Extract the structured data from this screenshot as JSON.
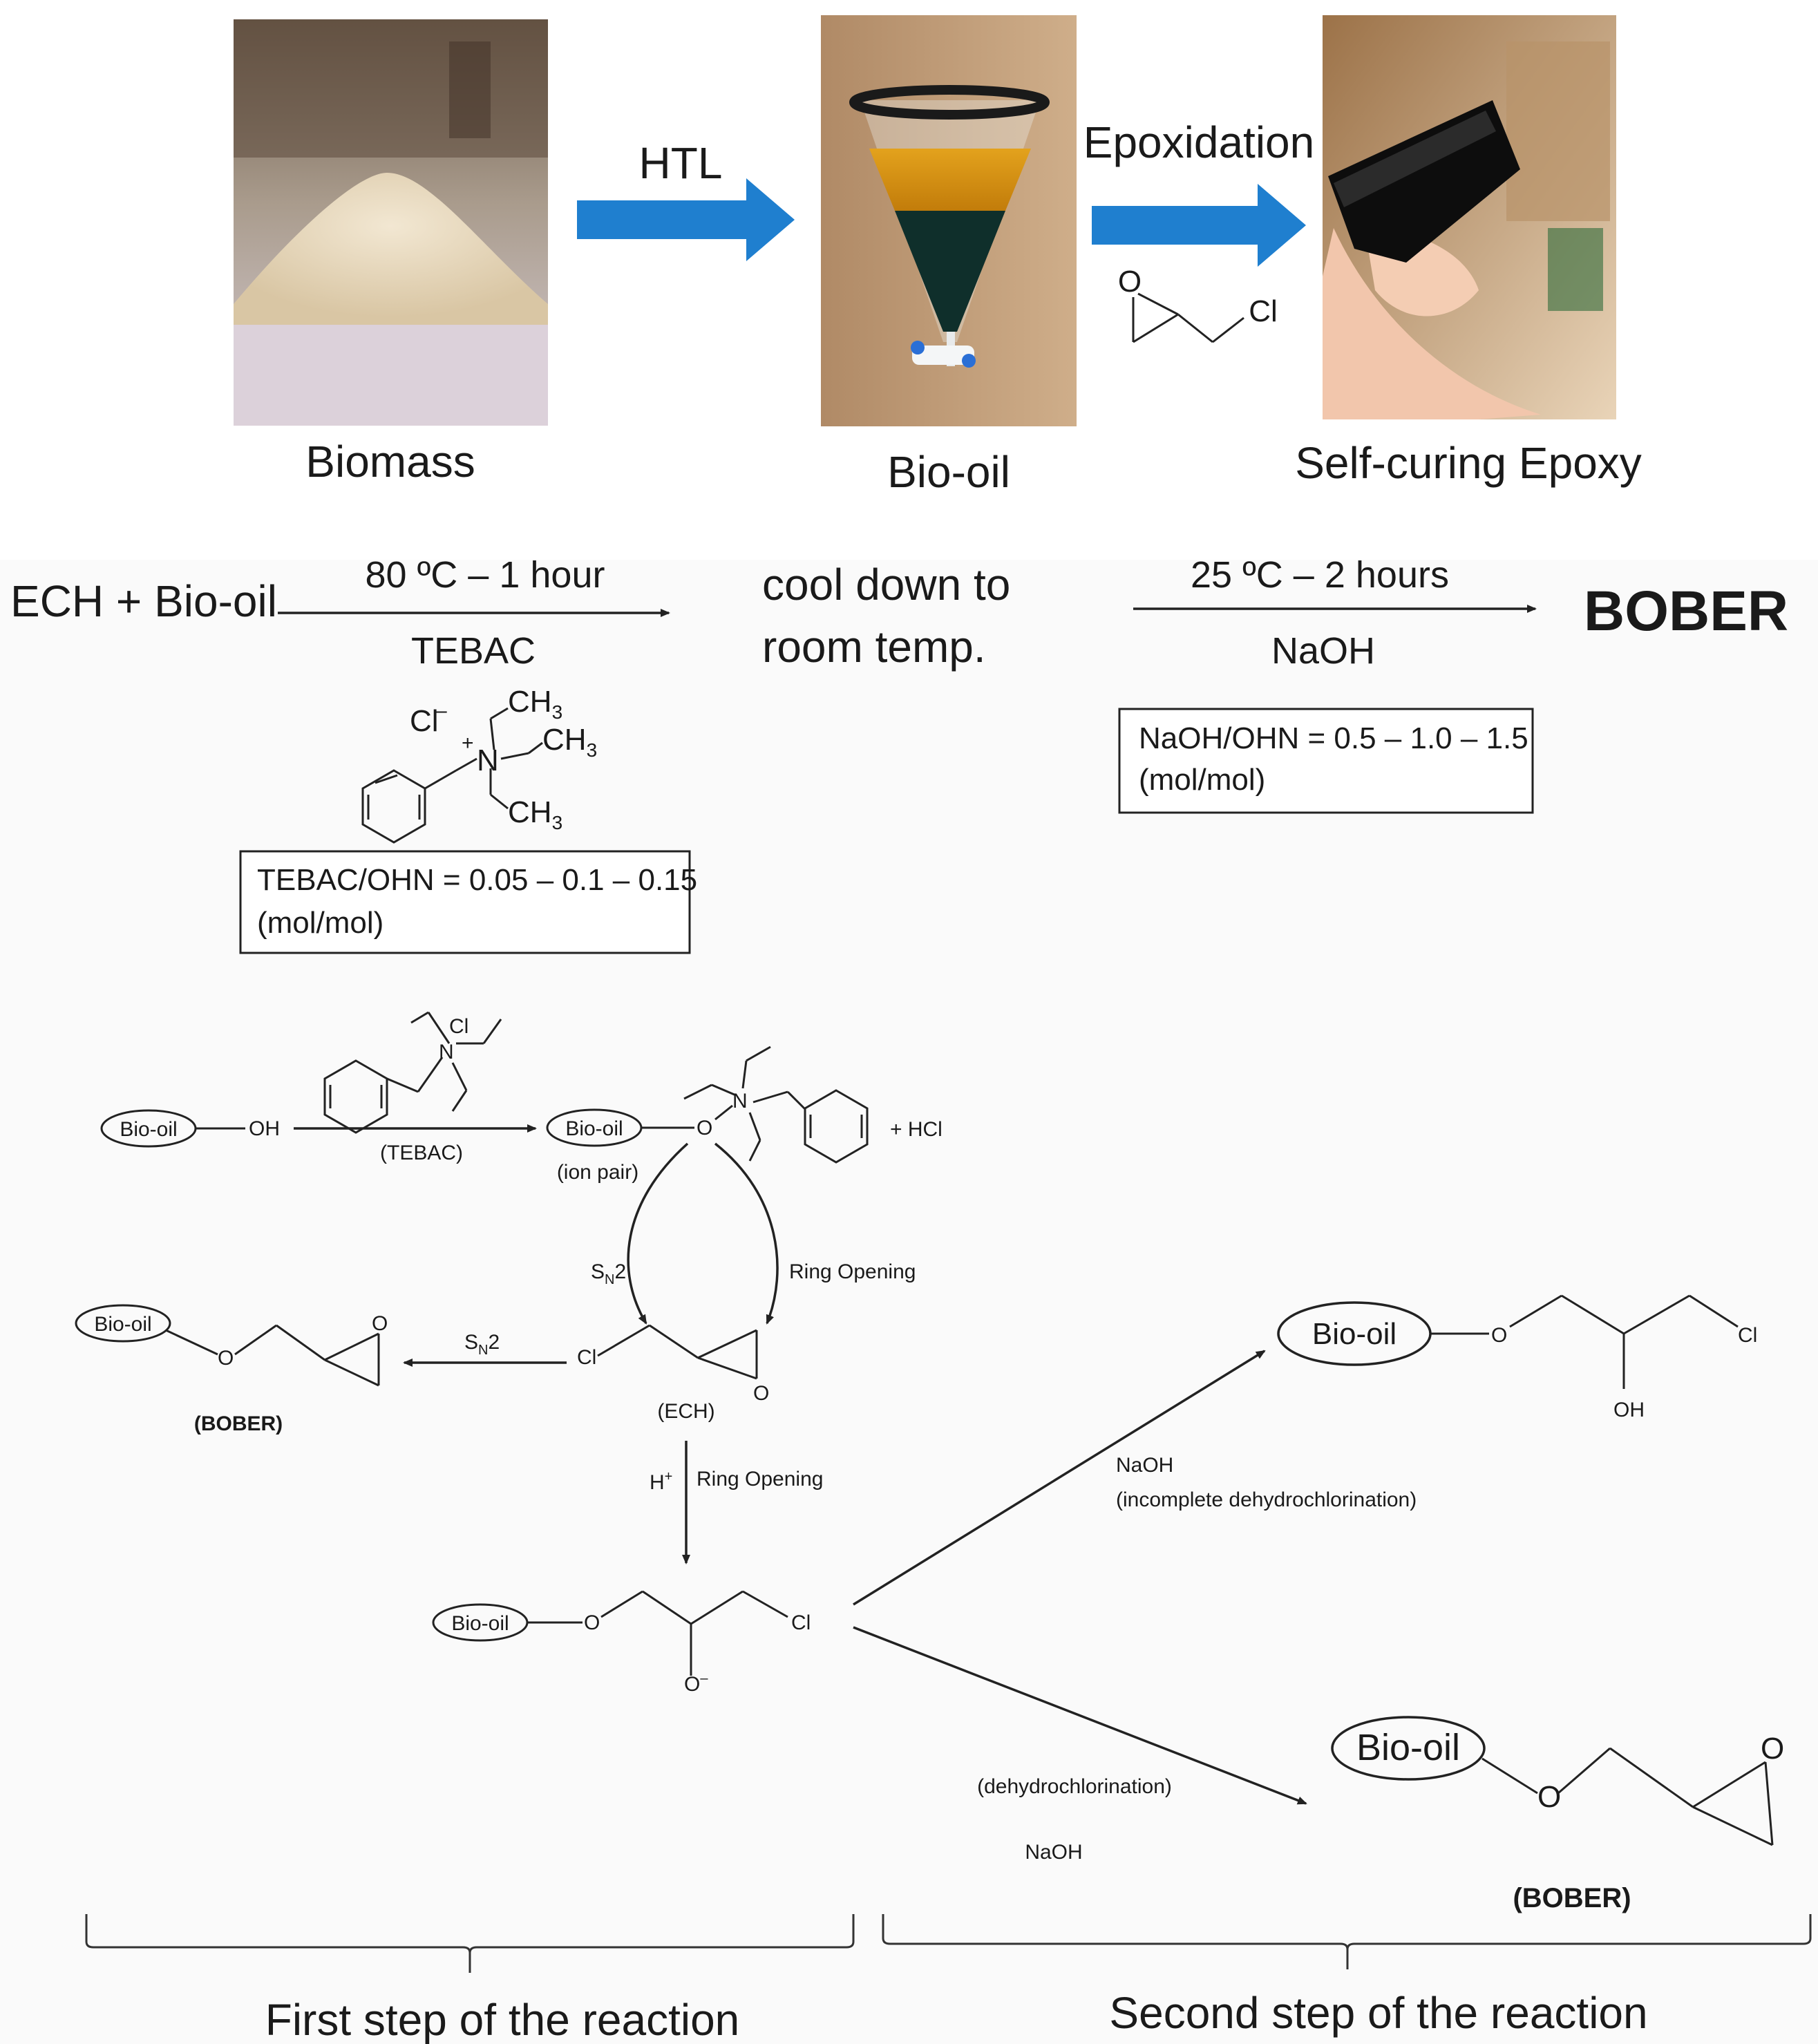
{
  "top_flow": {
    "arrow1_label": "HTL",
    "arrow2_label": "Epoxidation",
    "ech_atom_o": "O",
    "ech_atom_cl": "Cl",
    "photo1_caption": "Biomass",
    "photo2_caption": "Bio-oil",
    "photo3_caption": "Self-curing Epoxy"
  },
  "conditions": {
    "reactants": "ECH + Bio-oil",
    "step1_above": "80 ºC – 1 hour",
    "step1_below": "TEBAC",
    "intermediate": "cool down to",
    "intermediate_line2": "room temp.",
    "step2_above": "25 ºC – 2 hours",
    "step2_below": "NaOH",
    "product": "BOBER",
    "tebac_ratio_line1": "TEBAC/OHN = 0.05 – 0.1 – 0.15",
    "tebac_ratio_line2": "(mol/mol)",
    "naoh_ratio_line1": "NaOH/OHN = 0.5 – 1.0 – 1.5",
    "naoh_ratio_line2": "(mol/mol)",
    "tebac_cl": "Cl",
    "tebac_cl_charge": "–",
    "tebac_plus": "+",
    "tebac_n": "N",
    "tebac_ch3": "CH",
    "tebac_sub3": "3"
  },
  "mechanism": {
    "bio_oil": "Bio-oil",
    "oh": "OH",
    "tebac": "(TEBAC)",
    "ion_pair": "(ion pair)",
    "hcl": "+ HCl",
    "sn2": "S",
    "sn2_sub": "N",
    "sn2_tail": "2",
    "ring_opening": "Ring Opening",
    "ech": "(ECH)",
    "bober": "(BOBER)",
    "h_plus": "H",
    "plus": "+",
    "o_atom": "O",
    "o_minus": "O",
    "minus": "–",
    "cl_atom": "Cl",
    "n_atom": "N",
    "cl_minus": "Cl",
    "naoh_incomplete_line1": "NaOH",
    "naoh_incomplete_line2": "(incomplete dehydrochlorination)",
    "dehydro": "(dehydrochlorination)",
    "naoh": "NaOH"
  },
  "steps": {
    "first": "First step of the reaction",
    "second": "Second step of the reaction"
  },
  "colors": {
    "arrow_blue": "#1f7fcf",
    "panel_bg": "#fafafa"
  }
}
